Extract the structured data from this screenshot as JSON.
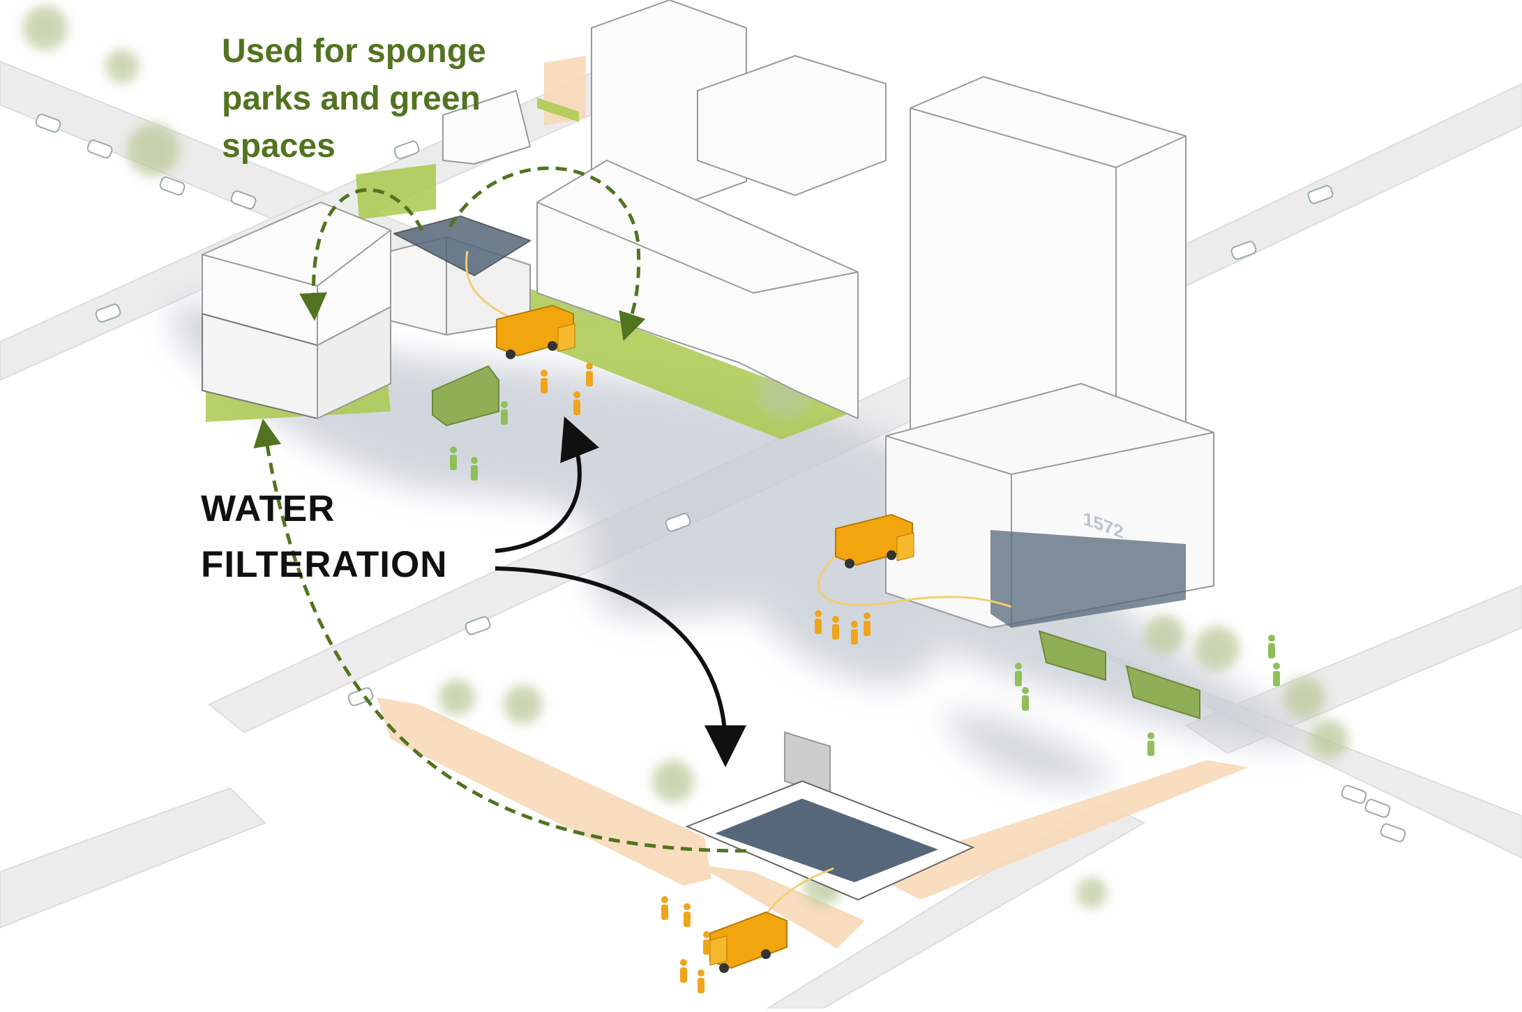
{
  "annotations": {
    "green_label": [
      "Used for sponge",
      "parks and green",
      "spaces"
    ],
    "black_label": [
      "WATER",
      "FILTERATION"
    ],
    "building_number": "1572"
  },
  "colors": {
    "green_text": "#52731f",
    "green_arrow": "#52731f",
    "black_arrow": "#111111",
    "water": "#56677a",
    "grass": "#a9c94e",
    "sand": "#f7d9b8",
    "truck": "#f2a50c",
    "people": "#f0a41c",
    "people_green": "#8fbf5a",
    "green_truck": "#8fae56"
  },
  "icons": [
    "tanker-truck-icon",
    "garbage-truck-icon",
    "person-icon",
    "tree-icon",
    "car-icon"
  ]
}
